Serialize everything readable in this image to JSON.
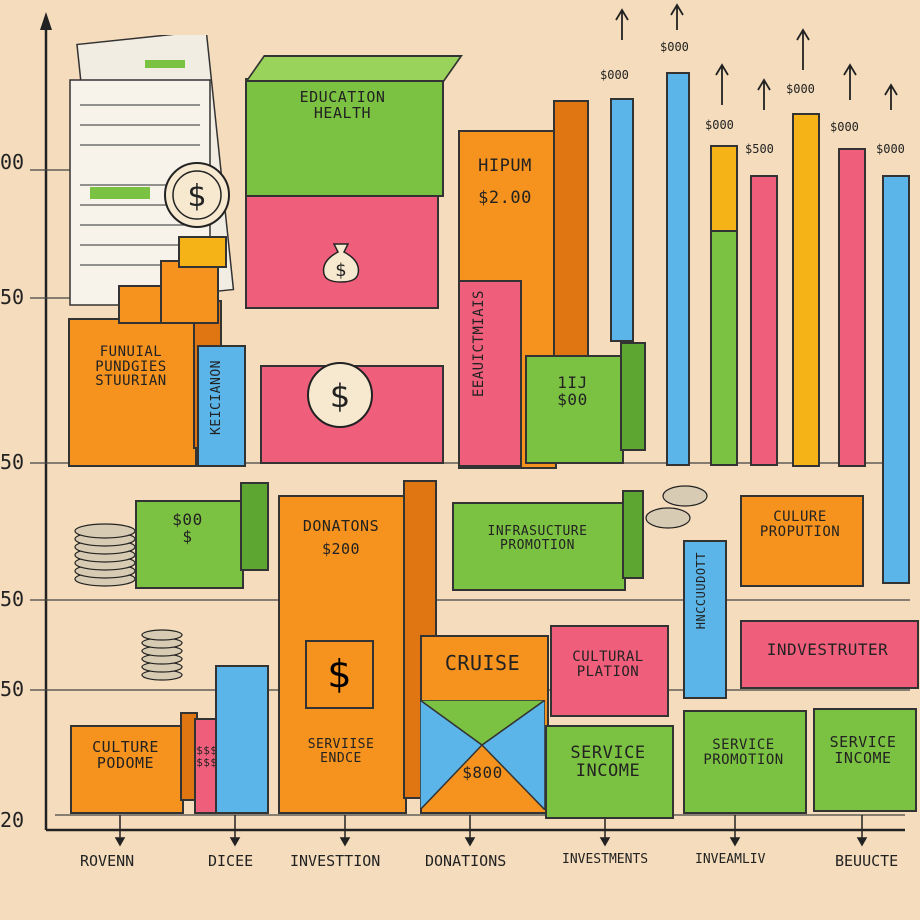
{
  "y_ticks": [
    "00",
    "50",
    "50",
    "50",
    "50",
    "20"
  ],
  "x_labels": [
    "ROVENN",
    "DICEE",
    "INVESTTION",
    "DONATIONS",
    "INVESTMENTS",
    "INVEAMLIV",
    "BEUUCTE"
  ],
  "top_labels": [
    "$000",
    "$000",
    "$000",
    "$500",
    "$000",
    "$000",
    "$000"
  ],
  "boxes": {
    "education_health": "EDUCATION\nHEALTH",
    "hipum": "HIPUM\n$2.00",
    "funual": "FUNUIAL\nPUNDGIES\nSTUURIAN",
    "keicanon": "KEICIANON",
    "eeauict": "EEAUICTMIAIS",
    "green_1n": "1IJ\n$00",
    "green_small": "$00\n$",
    "donations": "DONATONS\n$200",
    "infrasucture": "INFRASUCTURE\nPROMOTION",
    "culture_prop": "CULURE\nPROPUTION",
    "hncc": "HNCCUUDOTT",
    "indvestruter": "INDVESTRUTER",
    "cruise": "CRUISE",
    "cruise_amt": "$800",
    "cultural": "CULTURAL\nPLATION",
    "culture_podome": "CULTURE\nPODOME",
    "servise": "SERVIISE\nENDCE",
    "service_income_1": "SERVICE\nINCOME",
    "service_promotion": "SERVICE\nPROMOTION",
    "service_income_2": "SERVICE\nINCOME",
    "pink_small": "$$$$$\n$$$$$"
  },
  "colors": {
    "green": "#7cc242",
    "pink": "#ef5f7b",
    "orange": "#f6931e",
    "blue": "#5bb5e8",
    "yellow": "#f6b318",
    "bg": "#f4dcbc"
  }
}
